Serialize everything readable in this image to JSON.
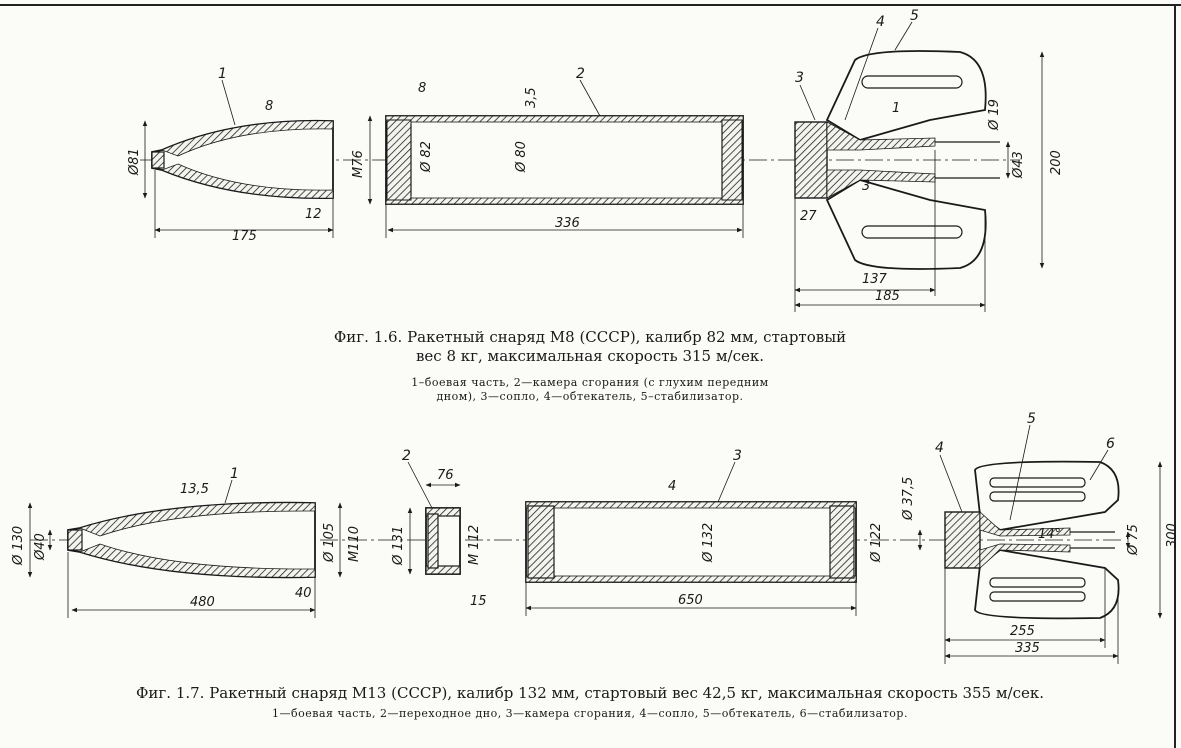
{
  "figure_1_6": {
    "caption_line1": "Фиг. 1.6. Ракетный снаряд М8 (СССР), калибр 82 мм, стартовый",
    "caption_line2": "вес 8 кг, максимальная скорость 315 м/сек.",
    "legend_line1": "1–боевая часть, 2—камера сгорания (с глухим передним",
    "legend_line2": "дном), 3—сопло, 4—обтекатель, 5–стабилизатор.",
    "dims": {
      "warhead_dia": "Ø81",
      "warhead_len": "175",
      "warhead_wall": "8",
      "warhead_rear": "12",
      "chamber_thread": "M76",
      "chamber_outer": "Ø 82",
      "chamber_inner": "Ø 80",
      "chamber_wall": "3,5",
      "chamber_end": "8",
      "chamber_len": "336",
      "tail_dia19": "Ø 19",
      "tail_dia43": "Ø43",
      "tail_span": "200",
      "tail_nozzle": "27",
      "tail_len137": "137",
      "tail_len185": "185",
      "tail_angle1": "1",
      "tail_angle3": "3"
    },
    "labels": {
      "l1": "1",
      "l2": "2",
      "l3": "3",
      "l4": "4",
      "l5": "5"
    }
  },
  "figure_1_7": {
    "caption_line1": "Фиг. 1.7. Ракетный снаряд М13 (СССР), калибр 132 мм, стартовый вес 42,5 кг, максимальная скорость 355 м/сек.",
    "legend_line1": "1—боевая часть, 2—переходное дно, 3—камера сгорания, 4—сопло, 5—обтекатель, 6—стабилизатор.",
    "dims": {
      "warhead_dia130": "Ø 130",
      "warhead_dia40": "Ø40",
      "warhead_wall": "13,5",
      "warhead_dia105": "Ø 105",
      "warhead_thread": "M110",
      "warhead_len": "480",
      "warhead_rear": "40",
      "bottom_dia": "Ø 131",
      "bottom_thread": "M 112",
      "bottom_len76": "76",
      "bottom_len15": "15",
      "chamber_wall": "4",
      "chamber_dia": "Ø 132",
      "chamber_inner": "Ø 122",
      "chamber_len": "650",
      "tail_dia375": "Ø 37,5",
      "tail_angle": "14°",
      "tail_dia75": "Ø 75",
      "tail_span": "300",
      "tail_len255": "255",
      "tail_len335": "335"
    },
    "labels": {
      "l1": "1",
      "l2": "2",
      "l3": "3",
      "l4": "4",
      "l5": "5",
      "l6": "6"
    }
  }
}
